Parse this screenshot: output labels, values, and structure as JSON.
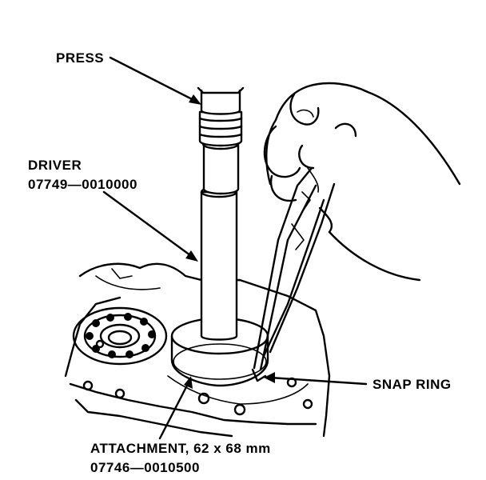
{
  "labels": {
    "press": "PRESS",
    "driver_title": "DRIVER",
    "driver_part": "07749—0010000",
    "snap_ring": "SNAP RING",
    "attachment_title": "ATTACHMENT, 62 x 68 mm",
    "attachment_part": "07746—0010500"
  },
  "colors": {
    "ink": "#000000",
    "paper": "#ffffff"
  }
}
